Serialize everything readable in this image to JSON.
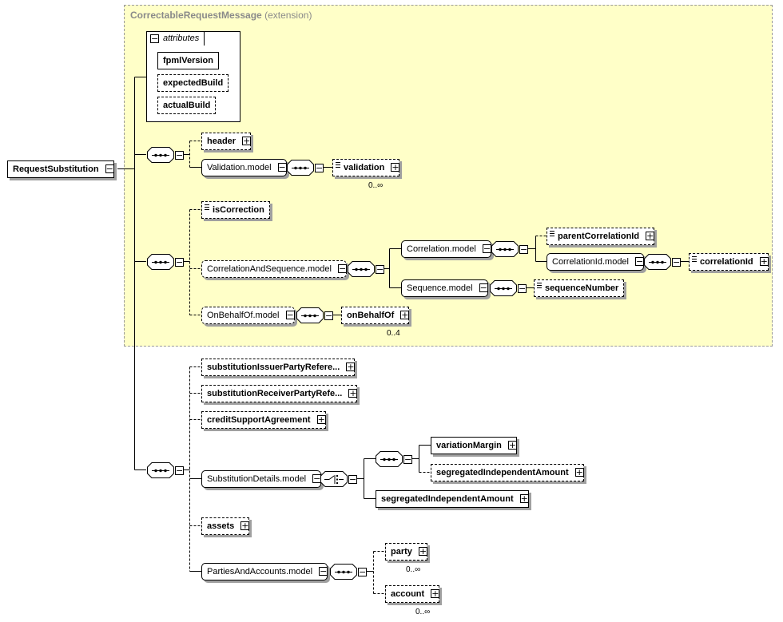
{
  "extension": {
    "title": "CorrectableRequestMessage",
    "subtitle": "(extension)"
  },
  "attributes": {
    "label": "attributes",
    "items": [
      "fpmlVersion",
      "expectedBuild",
      "actualBuild"
    ]
  },
  "root": {
    "label": "RequestSubstitution"
  },
  "header_group": {
    "header": "header",
    "validation_model": "Validation.model",
    "validation": "validation",
    "validation_occurs": "0..∞"
  },
  "correction_group": {
    "is_correction": "isCorrection",
    "correlation_and_sequence_model": "CorrelationAndSequence.model",
    "correlation_model": "Correlation.model",
    "parent_correlation_id": "parentCorrelationId",
    "correlation_id_model": "CorrelationId.model",
    "correlation_id": "correlationId",
    "sequence_model": "Sequence.model",
    "sequence_number": "sequenceNumber",
    "on_behalf_of_model": "OnBehalfOf.model",
    "on_behalf_of": "onBehalfOf",
    "on_behalf_of_occurs": "0..4"
  },
  "substitution_group": {
    "issuer_party_reference": "substitutionIssuerPartyRefere...",
    "receiver_party_reference": "substitutionReceiverPartyRefe...",
    "credit_support_agreement": "creditSupportAgreement",
    "substitution_details_model": "SubstitutionDetails.model",
    "variation_margin": "variationMargin",
    "segregated_independent_amount_opt": "segregatedIndependentAmount",
    "segregated_independent_amount": "segregatedIndependentAmount",
    "assets": "assets",
    "parties_and_accounts_model": "PartiesAndAccounts.model",
    "party": "party",
    "party_occurs": "0..∞",
    "account": "account",
    "account_occurs": "0..∞"
  },
  "icons": {
    "expand": "+",
    "collapse": "−"
  },
  "colors": {
    "extension_background": "#ffffc8",
    "extension_border": "#9a9a9a",
    "title_text": "#8a8a8a",
    "shadow": "#a0a0a0"
  }
}
